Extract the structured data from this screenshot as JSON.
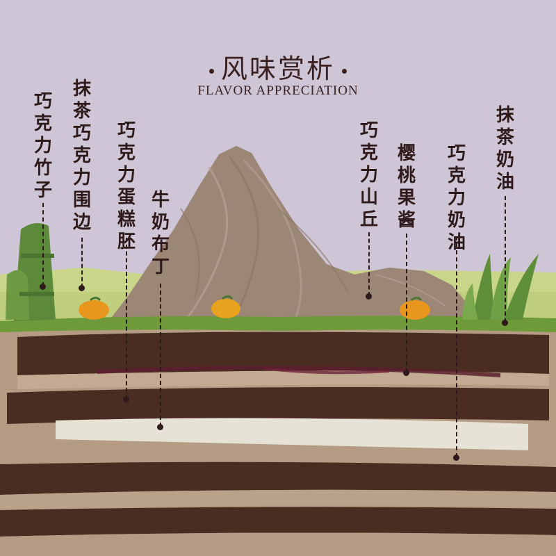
{
  "header": {
    "title": "风味赏析",
    "subtitle": "FLAVOR APPRECIATION"
  },
  "labels": {
    "chocolate_bamboo": "巧克力竹子",
    "matcha_chocolate_wall": "抹茶巧克力围边",
    "chocolate_sponge": "巧克力蛋糕胚",
    "milk_pudding": "牛奶布丁",
    "chocolate_hill": "巧克力山丘",
    "cherry_jam": "樱桃果酱",
    "chocolate_cream": "巧克力奶油",
    "matcha_cream": "抹茶奶油"
  },
  "colors": {
    "background": "#cec5d6",
    "text": "#2e1a1a",
    "matcha": "#6f9a3a",
    "sponge": "#4a2c22",
    "cream": "#b39c83",
    "pudding": "#e6e2d6",
    "mountain": "#9c8676",
    "orange": "#e8961e",
    "jam": "#5a1e2e"
  }
}
